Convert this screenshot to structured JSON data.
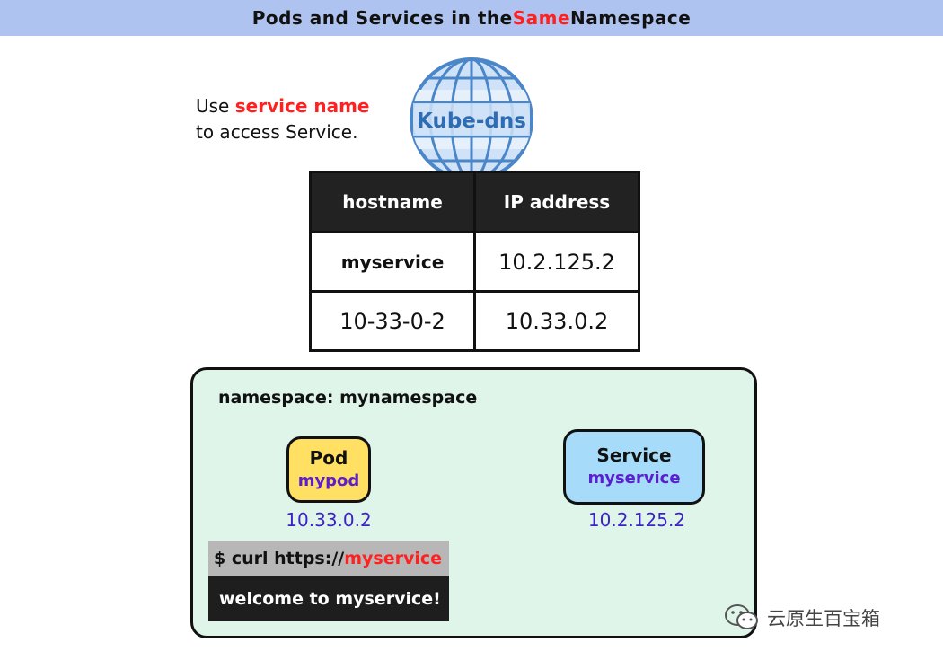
{
  "header": {
    "title_before": "Pods and Services in the ",
    "title_highlight": "Same",
    "title_after": " Namespace"
  },
  "hint": {
    "line1_prefix": "Use ",
    "line1_highlight": "service name",
    "line2": "to access Service."
  },
  "dns": {
    "label": "Kube-dns"
  },
  "table": {
    "headers": [
      "hostname",
      "IP address"
    ],
    "rows": [
      [
        "myservice",
        "10.2.125.2"
      ],
      [
        "10-33-0-2",
        "10.33.0.2"
      ]
    ]
  },
  "namespace": {
    "label": "namespace: mynamespace",
    "pod": {
      "title": "Pod",
      "name": "mypod",
      "ip": "10.33.0.2"
    },
    "service": {
      "title": "Service",
      "name": "myservice",
      "ip": "10.2.125.2"
    },
    "terminal": {
      "command_prefix": "$ curl https://",
      "command_highlight": "myservice",
      "output": "welcome to myservice!"
    }
  },
  "watermark": {
    "text": "云原生百宝箱",
    "icon": "wechat-icon"
  },
  "colors": {
    "header_bg": "#aec3ef",
    "highlight_red": "#ff2020",
    "namespace_bg": "#dff5e9",
    "pod_bg": "#ffe062",
    "service_bg": "#a6dcfa",
    "ip_text": "#3d22c9",
    "globe_blue": "#4a86c8"
  }
}
